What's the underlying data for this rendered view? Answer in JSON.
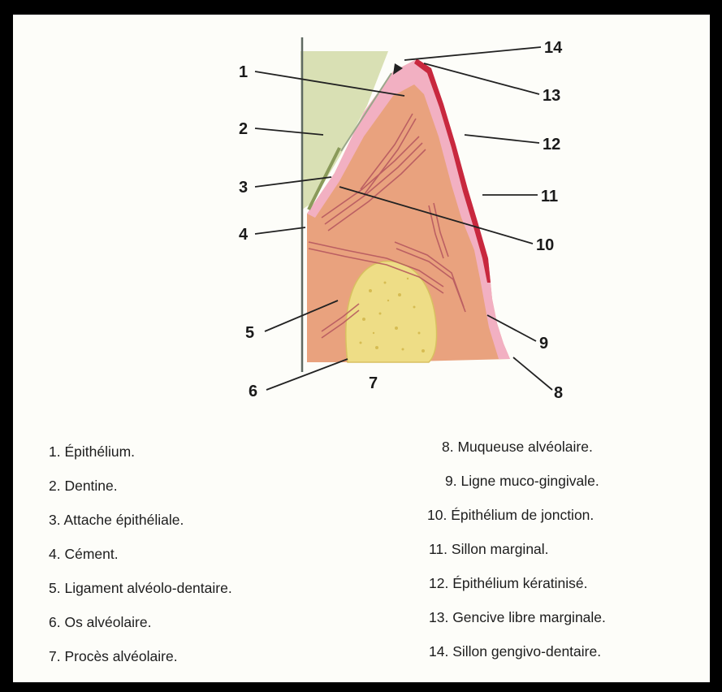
{
  "diagram": {
    "markers": [
      "1",
      "2",
      "3",
      "4",
      "5",
      "6",
      "7",
      "8",
      "9",
      "10",
      "11",
      "12",
      "13",
      "14"
    ]
  },
  "legend_left": [
    "1. Épithélium.",
    "2. Dentine.",
    "3. Attache épithéliale.",
    "4. Cément.",
    "5. Ligament alvéolo-dentaire.",
    "6. Os alvéolaire.",
    "7. Procès alvéolaire."
  ],
  "legend_right": [
    "8. Muqueuse alvéolaire.",
    "9. Ligne muco-gingivale.",
    "10. Épithélium de jonction.",
    "11. Sillon marginal.",
    "12. Épithélium kératinisé.",
    "13. Gencive libre marginale.",
    "14. Sillon gengivo-dentaire."
  ],
  "colors": {
    "dentine": "#d9e0b4",
    "connective": "#e9a27e",
    "epithelium": "#f2b0c2",
    "keratinized": "#c8283e",
    "bone": "#eedd86",
    "fibers": "#b4545e"
  }
}
